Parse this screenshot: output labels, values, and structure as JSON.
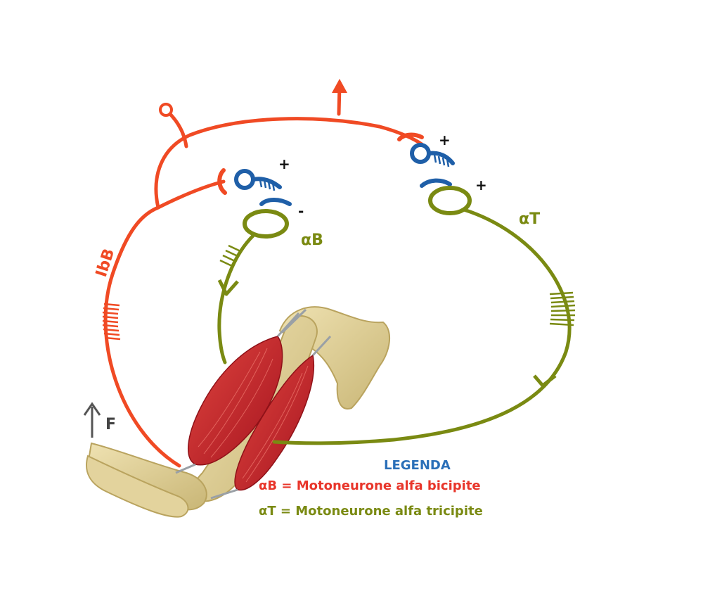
{
  "labels": {
    "ib": "IbB",
    "ab": "αB",
    "at": "αT",
    "force": "F"
  },
  "signs": {
    "ib_inter_plus": "+",
    "ab_minus": "-",
    "at_inter_plus": "+",
    "at_plus": "+"
  },
  "legend": {
    "title": "LEGENDA",
    "line1": "αB = Motoneurone alfa bicipite",
    "line2": "αT = Motoneurone alfa tricipite"
  },
  "colors": {
    "afferent": "#f04a24",
    "interneuron": "#1f5fa8",
    "motoneuron": "#7a8a12",
    "legend_title": "#2a6fb8",
    "muscle": "#c8232c",
    "bone": "#dccc93"
  }
}
